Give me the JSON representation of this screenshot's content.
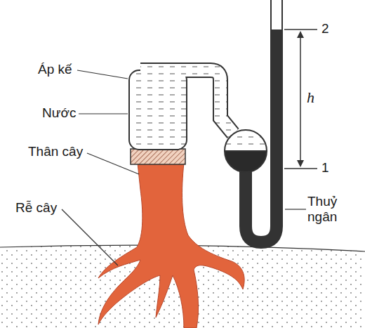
{
  "diagram": {
    "labels": [
      "Áp kế",
      "Nước",
      "Thân cây",
      "Rễ cây",
      "Thuỷ ngân",
      "2",
      "h",
      "1"
    ]
  }
}
